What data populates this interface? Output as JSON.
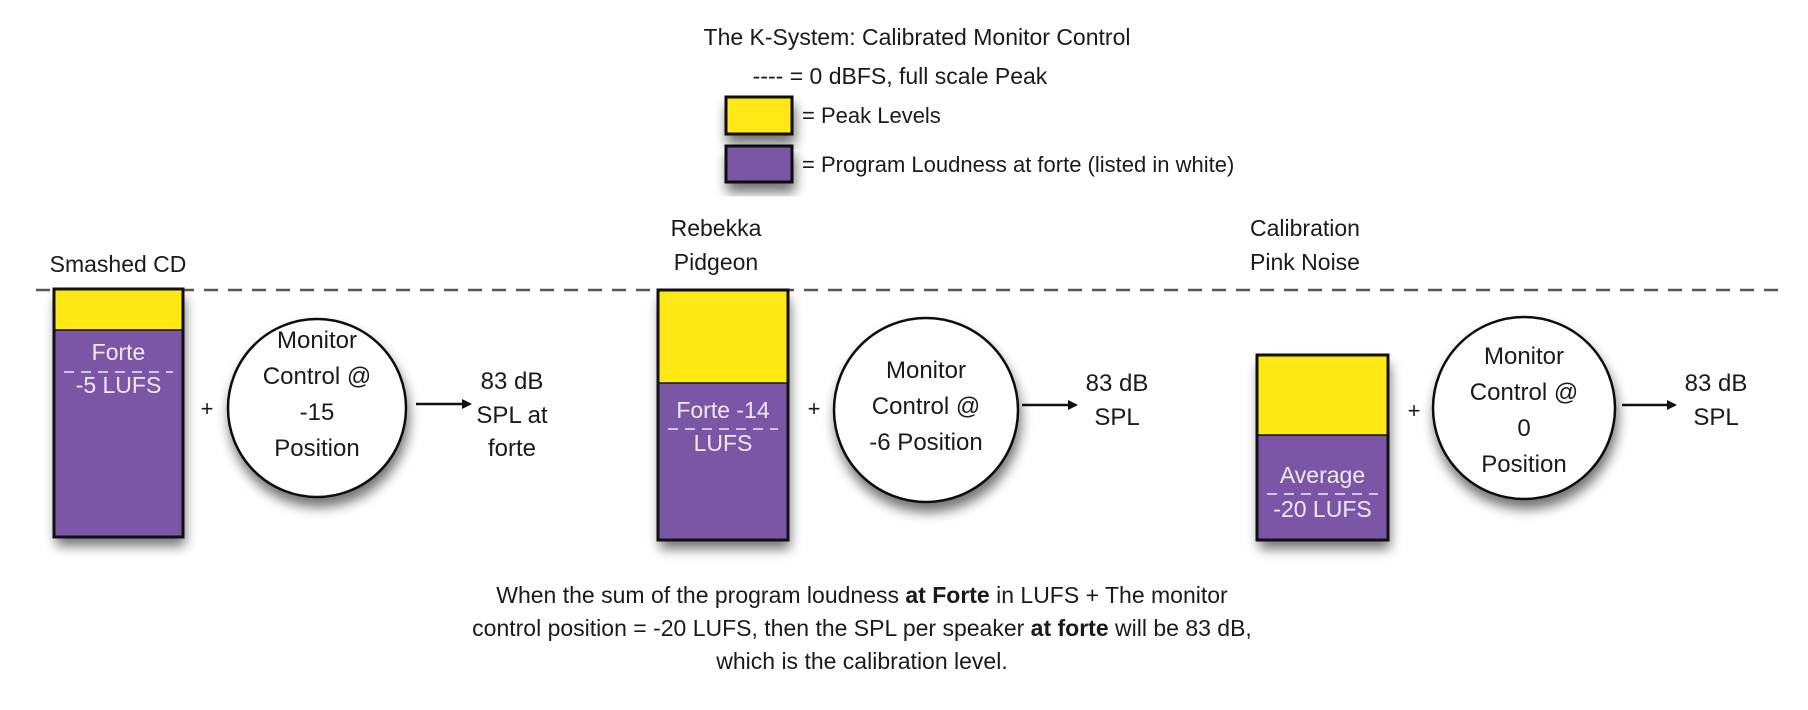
{
  "header": {
    "title": "The K-System: Calibrated Monitor Control",
    "dash_legend": "---- = 0 dBFS, full scale Peak"
  },
  "legend": [
    {
      "color": "#FFE814",
      "label": "= Peak Levels"
    },
    {
      "color": "#7B56A6",
      "label": "= Program Loudness at forte (listed in white)"
    }
  ],
  "colors": {
    "peak": "#FFE814",
    "loudness": "#7B56A6",
    "bar_text": "#F1E9F7"
  },
  "reference_line": "0 dBFS",
  "examples": [
    {
      "name_lines": [
        "Smashed CD"
      ],
      "bar_text_lines": [
        "Forte",
        "-5 LUFS"
      ],
      "plus": "+",
      "circle_lines": [
        "Monitor",
        "Control @",
        "-15",
        "Position"
      ],
      "result_lines": [
        "83 dB",
        "SPL at",
        "forte"
      ]
    },
    {
      "name_lines": [
        "Rebekka",
        "Pidgeon"
      ],
      "bar_text_lines": [
        "Forte -14",
        "LUFS"
      ],
      "plus": "+",
      "circle_lines": [
        "Monitor",
        "Control @",
        "-6 Position"
      ],
      "result_lines": [
        "83 dB",
        "SPL"
      ]
    },
    {
      "name_lines": [
        "Calibration",
        "Pink Noise"
      ],
      "bar_text_lines": [
        "Average",
        "-20 LUFS"
      ],
      "plus": "+",
      "circle_lines": [
        "Monitor",
        "Control @",
        "0",
        "Position"
      ],
      "result_lines": [
        "83 dB",
        "SPL"
      ]
    }
  ],
  "footer": {
    "lines": [
      [
        {
          "text": "When the sum of the program loudness ",
          "bold": false
        },
        {
          "text": "at Forte",
          "bold": true
        },
        {
          "text": " in LUFS + The monitor",
          "bold": false
        }
      ],
      [
        {
          "text": "control position = -20 LUFS, then the SPL per speaker ",
          "bold": false
        },
        {
          "text": "at forte",
          "bold": true
        },
        {
          "text": " will be 83 dB,",
          "bold": false
        }
      ],
      [
        {
          "text": "which is the calibration level.",
          "bold": false
        }
      ]
    ]
  }
}
